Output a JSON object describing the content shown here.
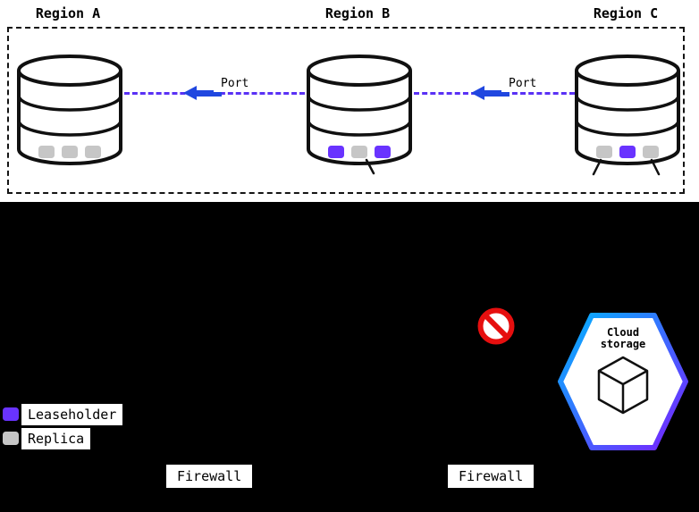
{
  "regions": [
    {
      "label": "Region A",
      "replicas": [
        "replica",
        "replica",
        "replica"
      ]
    },
    {
      "label": "Region B",
      "replicas": [
        "leaseholder",
        "replica",
        "leaseholder"
      ]
    },
    {
      "label": "Region C",
      "replicas": [
        "replica",
        "leaseholder",
        "replica"
      ]
    }
  ],
  "links": [
    {
      "label": "Port"
    },
    {
      "label": "Port"
    }
  ],
  "cloud_storage": {
    "label": "Cloud storage"
  },
  "legend": [
    {
      "type": "leaseholder",
      "label": "Leaseholder"
    },
    {
      "type": "replica",
      "label": "Replica"
    }
  ],
  "firewalls": [
    {
      "label": "Firewall"
    },
    {
      "label": "Firewall"
    }
  ],
  "colors": {
    "leaseholder": "#6933ff",
    "replica": "#c6c6c6",
    "dashed_link": "#5a31f5",
    "arrow": "#2047e0",
    "blocked": "#e60f0f",
    "hex_gradient_start": "#00b5ff",
    "hex_gradient_end": "#7a1fff"
  }
}
